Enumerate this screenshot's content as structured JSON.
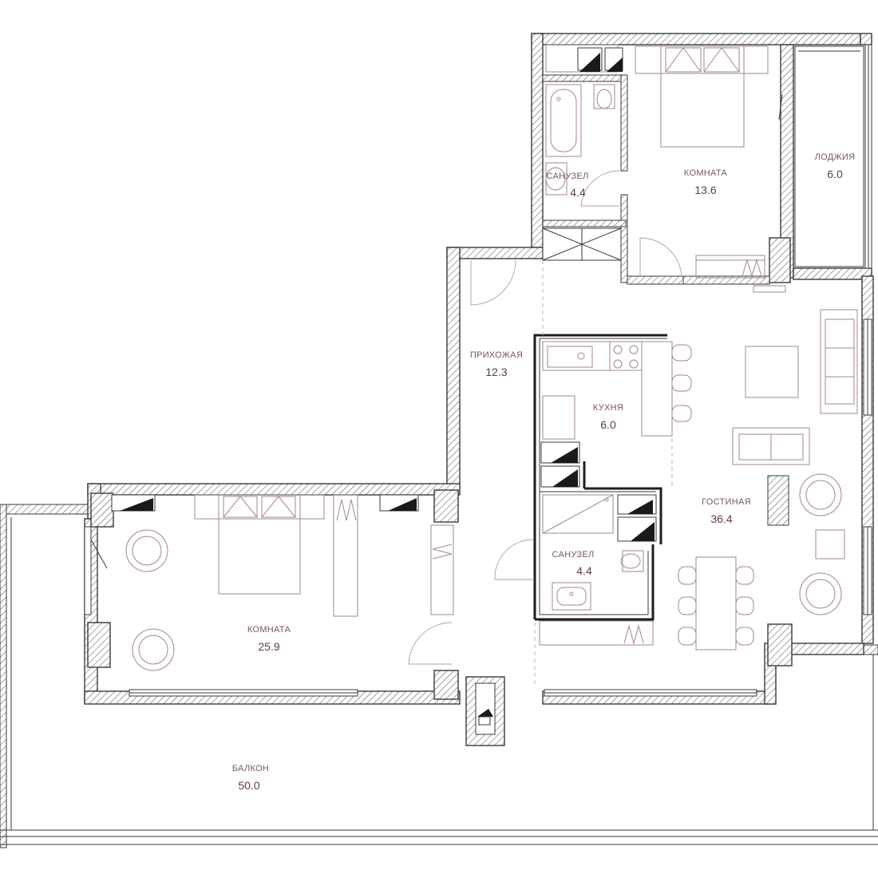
{
  "rooms": [
    {
      "id": "bathroom_top",
      "name": "САНУЗЕЛ",
      "area": "4.4"
    },
    {
      "id": "bedroom_top",
      "name": "КОМНАТА",
      "area": "13.6"
    },
    {
      "id": "loggia",
      "name": "ЛОДЖИЯ",
      "area": "6.0"
    },
    {
      "id": "hallway",
      "name": "ПРИХОЖАЯ",
      "area": "12.3"
    },
    {
      "id": "kitchen",
      "name": "КУХНЯ",
      "area": "6.0"
    },
    {
      "id": "living",
      "name": "ГОСТИНАЯ",
      "area": "36.4"
    },
    {
      "id": "bathroom_mid",
      "name": "САНУЗЕЛ",
      "area": "4.4"
    },
    {
      "id": "bedroom_left",
      "name": "КОМНАТА",
      "area": "25.9"
    },
    {
      "id": "balcony",
      "name": "БАЛКОН",
      "area": "50.0"
    }
  ],
  "colors": {
    "wall_outline": "#3a3a3a",
    "furniture": "#a08790",
    "label": "#7a5560",
    "area": "#5d3d48"
  }
}
